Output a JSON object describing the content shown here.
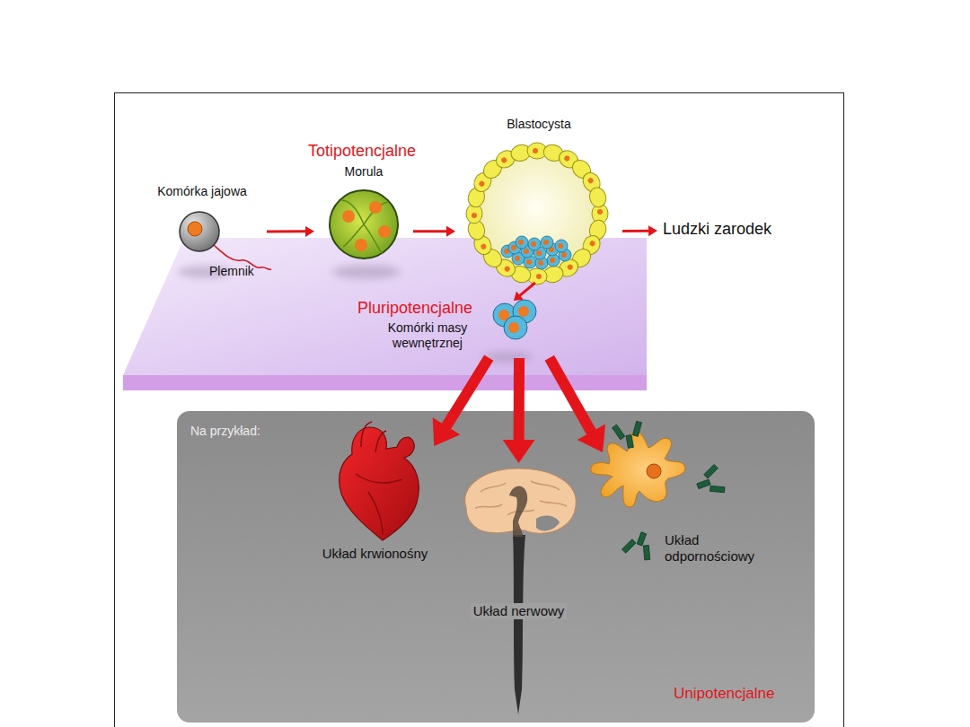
{
  "diagram": {
    "nodes": [
      {
        "text": [
          "Komórka jajowa"
        ]
      },
      {
        "text": [
          "Morula"
        ]
      },
      {
        "text": [
          "Blastocysta"
        ]
      },
      {
        "text": [
          "Ludzki zarodek"
        ]
      },
      {
        "text": [
          "Komórki masy wewnętrznej"
        ]
      },
      {
        "text": [
          "Na przykład:",
          "Unipotencjalne"
        ]
      },
      {
        "text": [
          "Układ krwionośny"
        ],
        "in": 5
      },
      {
        "text": [
          "Układ nerwowy"
        ],
        "in": 5
      },
      {
        "text": [
          "Układ odpornościowy"
        ],
        "in": 5
      }
    ],
    "edges": [
      {
        "from": 0,
        "to": 1,
        "arrow": "to"
      },
      {
        "from": 1,
        "to": 2,
        "arrow": "to"
      },
      {
        "from": 2,
        "to": 3,
        "arrow": "to"
      },
      {
        "from": 2,
        "to": 4,
        "arrow": "to"
      },
      {
        "from": 4,
        "to": 6,
        "arrow": "to"
      },
      {
        "from": 4,
        "to": 7,
        "arrow": "to"
      },
      {
        "from": 4,
        "to": 8,
        "arrow": "to"
      }
    ],
    "labels": [
      "Plemnik",
      "Totipotencjalne",
      "Pluripotencjalne"
    ]
  }
}
